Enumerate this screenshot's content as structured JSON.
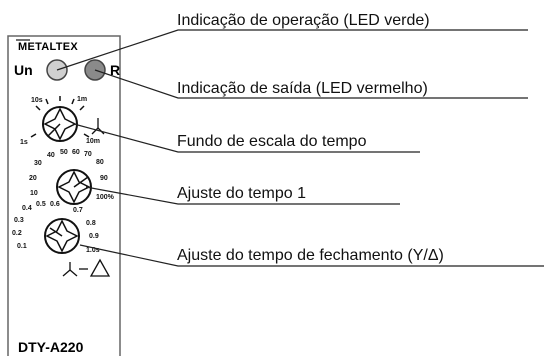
{
  "device": {
    "brand": "METALTEX",
    "model": "DTY-A220",
    "led_labels": {
      "un": "Un",
      "r": "R"
    },
    "colors": {
      "panel_border": "#666666",
      "led_green": "#d0d0d0",
      "led_red": "#8a8a8a"
    },
    "dials": [
      {
        "name": "time-range",
        "labels": [
          "10s",
          "1m",
          "1s",
          "10m"
        ]
      },
      {
        "name": "time-adjust-1",
        "labels": [
          "30",
          "40",
          "50",
          "60",
          "70",
          "80",
          "20",
          "90",
          "10",
          "100%"
        ]
      },
      {
        "name": "time-adjust-closing",
        "labels": [
          "0.4",
          "0.5",
          "0.6",
          "0.7",
          "0.3",
          "0.8",
          "0.2",
          "0.9",
          "0.1",
          "1.0s"
        ]
      }
    ],
    "symbols": {
      "star": "star-icon",
      "star_delta": "star-delta-icon"
    }
  },
  "annotations": [
    "Indicação de operação (LED verde)",
    "Indicação de saída (LED vermelho)",
    "Fundo de escala do tempo",
    "Ajuste do tempo 1",
    "Ajuste do tempo de fechamento (Y/Δ)"
  ]
}
